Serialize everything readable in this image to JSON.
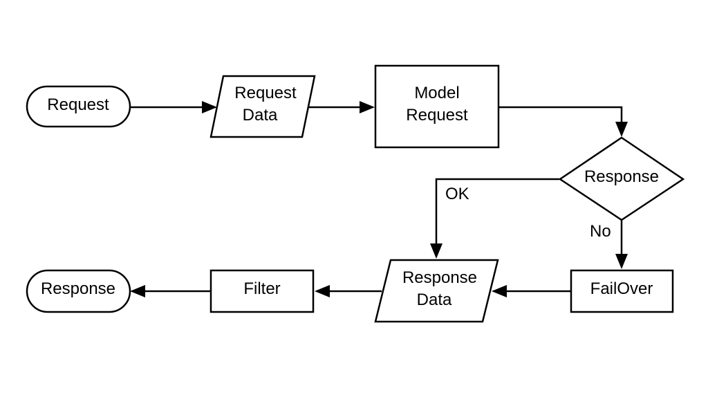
{
  "nodes": {
    "request_start": {
      "label": "Request"
    },
    "request_data": {
      "line1": "Request",
      "line2": "Data"
    },
    "model_request": {
      "line1": "Model",
      "line2": "Request"
    },
    "response_decision": {
      "label": "Response"
    },
    "failover": {
      "label": "FailOver"
    },
    "response_data": {
      "line1": "Response",
      "line2": "Data"
    },
    "filter": {
      "label": "Filter"
    },
    "response_end": {
      "label": "Response"
    }
  },
  "edges": {
    "ok_label": "OK",
    "no_label": "No"
  },
  "colors": {
    "stroke": "#000000",
    "background": "#ffffff"
  }
}
